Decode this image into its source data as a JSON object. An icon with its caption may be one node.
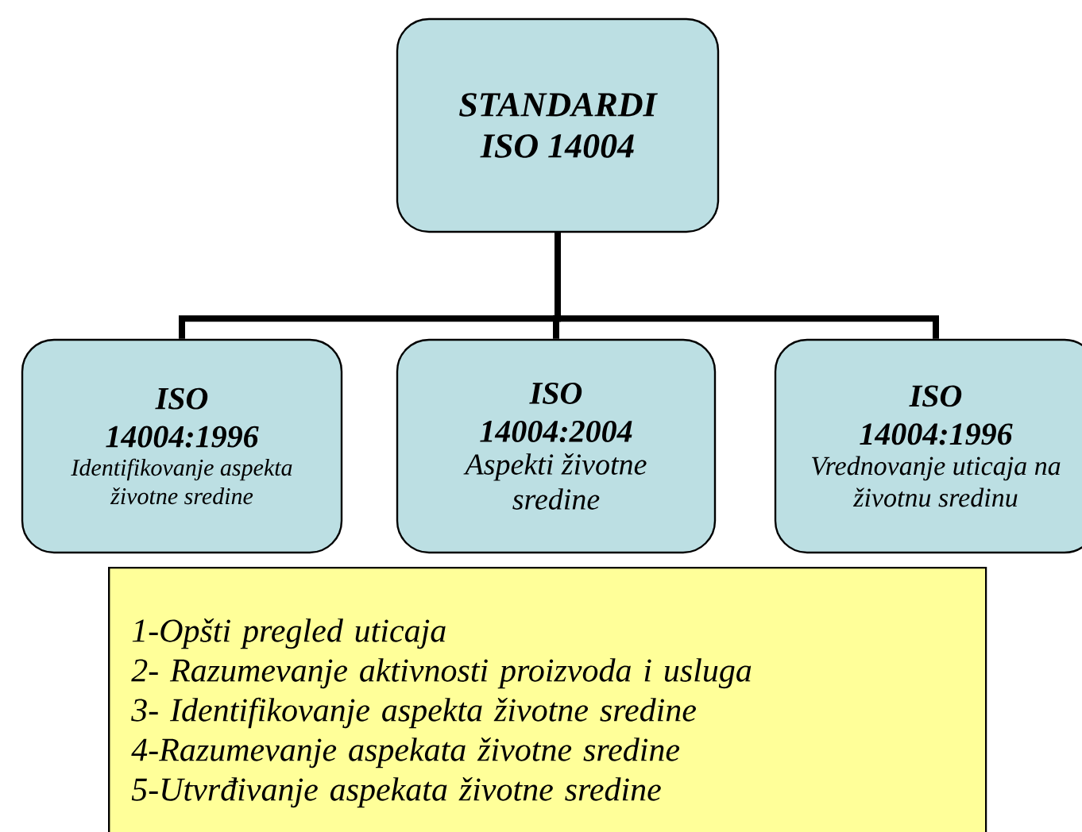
{
  "diagram": {
    "nodes": [
      {
        "text": [
          "STANDARDI ISO 14004"
        ]
      },
      {
        "text": [
          "ISO 14004:1996",
          "Identifikovanje aspekta životne sredine"
        ]
      },
      {
        "text": [
          "ISO 14004:2004",
          "Aspekti životne sredine"
        ]
      },
      {
        "text": [
          "ISO 14004:1996",
          "Vrednovanje uticaja na životnu sredinu"
        ]
      },
      {
        "text": [
          "1-Opšti pregled uticaja",
          "2- Razumevanje aktivnosti proizvoda i usluga",
          "3- Identifikovanje aspekta životne sredine",
          "4-Razumevanje aspekata životne sredine",
          "5-Utvrđivanje aspekata životne sredine"
        ]
      }
    ],
    "edges": [
      {
        "from": 0,
        "to": 1,
        "arrow": "none"
      },
      {
        "from": 0,
        "to": 2,
        "arrow": "none"
      },
      {
        "from": 0,
        "to": 3,
        "arrow": "none"
      }
    ]
  }
}
